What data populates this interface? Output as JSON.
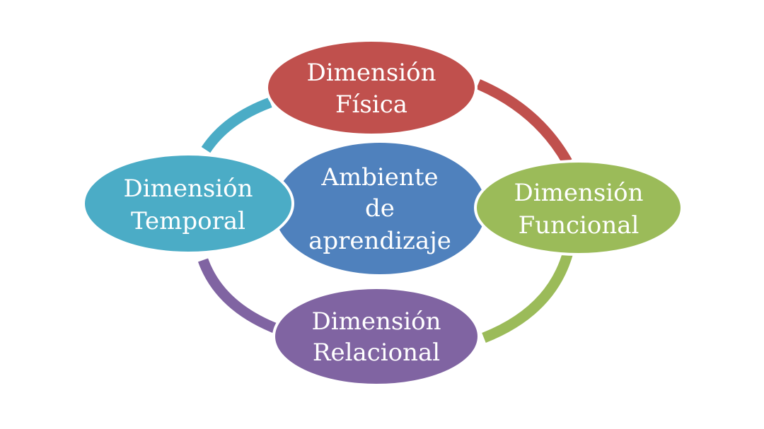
{
  "diagram": {
    "center": {
      "lines": [
        "Ambiente",
        "de",
        "aprendizaje"
      ],
      "color": "#4F81BD"
    },
    "top": {
      "lines": [
        "Dimensión",
        "Física"
      ],
      "color": "#C0504D"
    },
    "right": {
      "lines": [
        "Dimensión",
        "Funcional"
      ],
      "color": "#9BBB59"
    },
    "bottom": {
      "lines": [
        "Dimensión",
        "Relacional"
      ],
      "color": "#8064A2"
    },
    "left": {
      "lines": [
        "Dimensión",
        "Temporal"
      ],
      "color": "#4BACC6"
    }
  }
}
